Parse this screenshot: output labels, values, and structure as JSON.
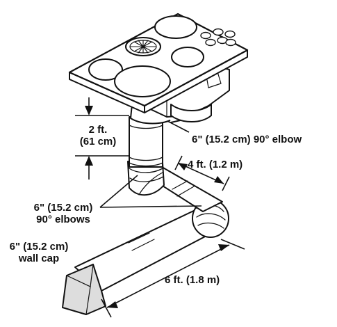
{
  "labels": {
    "vertical_run_line1": "2 ft.",
    "vertical_run_line2": "(61 cm)",
    "top_elbow": "6\" (15.2 cm) 90° elbow",
    "horizontal_run_short": "4 ft. (1.2 m)",
    "elbows_line1": "6\" (15.2 cm)",
    "elbows_line2": "90° elbows",
    "wall_cap_line1": "6\" (15.2 cm)",
    "wall_cap_line2": "wall cap",
    "horizontal_run_long": "6 ft. (1.8 m)"
  },
  "colors": {
    "stroke": "#111111",
    "fill": "#ffffff",
    "wall_cap_shade": "#dddddd"
  }
}
